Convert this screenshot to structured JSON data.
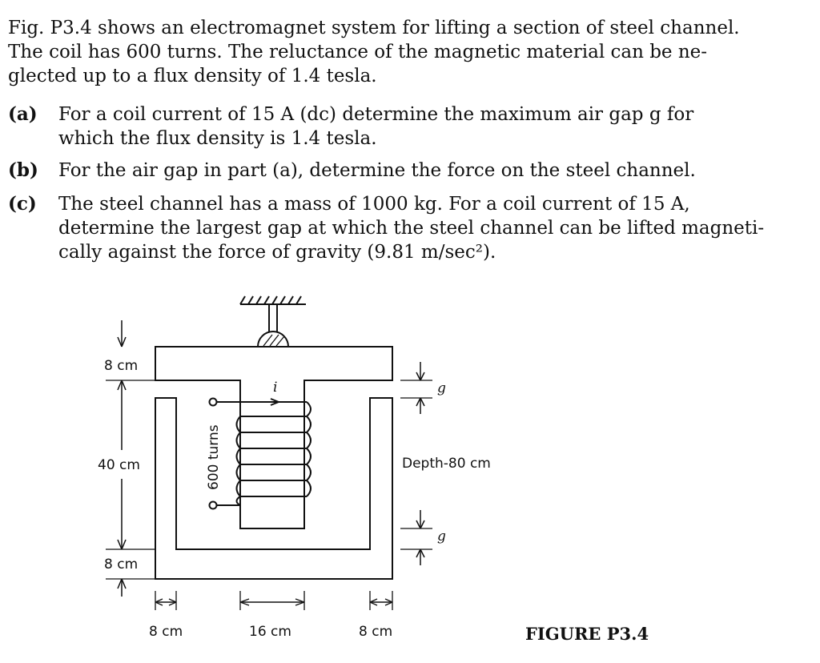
{
  "intro_lines": [
    "Fig. P3.4 shows an electromagnet system for lifting a section of steel channel.",
    "The coil has 600 turns. The reluctance of the magnetic material can be ne-",
    "glected up to a flux density of 1.4 tesla."
  ],
  "parts": [
    {
      "label": "(a)",
      "lines": [
        "For a coil current of 15 A (dc) determine the maximum air gap g for",
        "which the flux density is 1.4 tesla."
      ]
    },
    {
      "label": "(b)",
      "lines": [
        "For the air gap in part (a), determine the force on the steel channel."
      ]
    },
    {
      "label": "(c)",
      "lines": [
        "The steel channel has a mass of 1000 kg. For a coil current of 15 A,",
        "determine the largest gap at which the steel channel can be lifted magneti-",
        "cally against the force of gravity (9.81 m/sec²)."
      ]
    }
  ],
  "figure": {
    "dim_top": "8 cm",
    "dim_middle": "40 cm",
    "dim_bottom": "8 cm",
    "dim_left_leg": "8 cm",
    "dim_center": "16 cm",
    "dim_right_leg": "8 cm",
    "turns_label": "600 turns",
    "current_label": "i",
    "depth_label": "Depth-80 cm",
    "gap_label_top": "g",
    "gap_label_bottom": "g",
    "caption": "FIGURE P3.4"
  }
}
